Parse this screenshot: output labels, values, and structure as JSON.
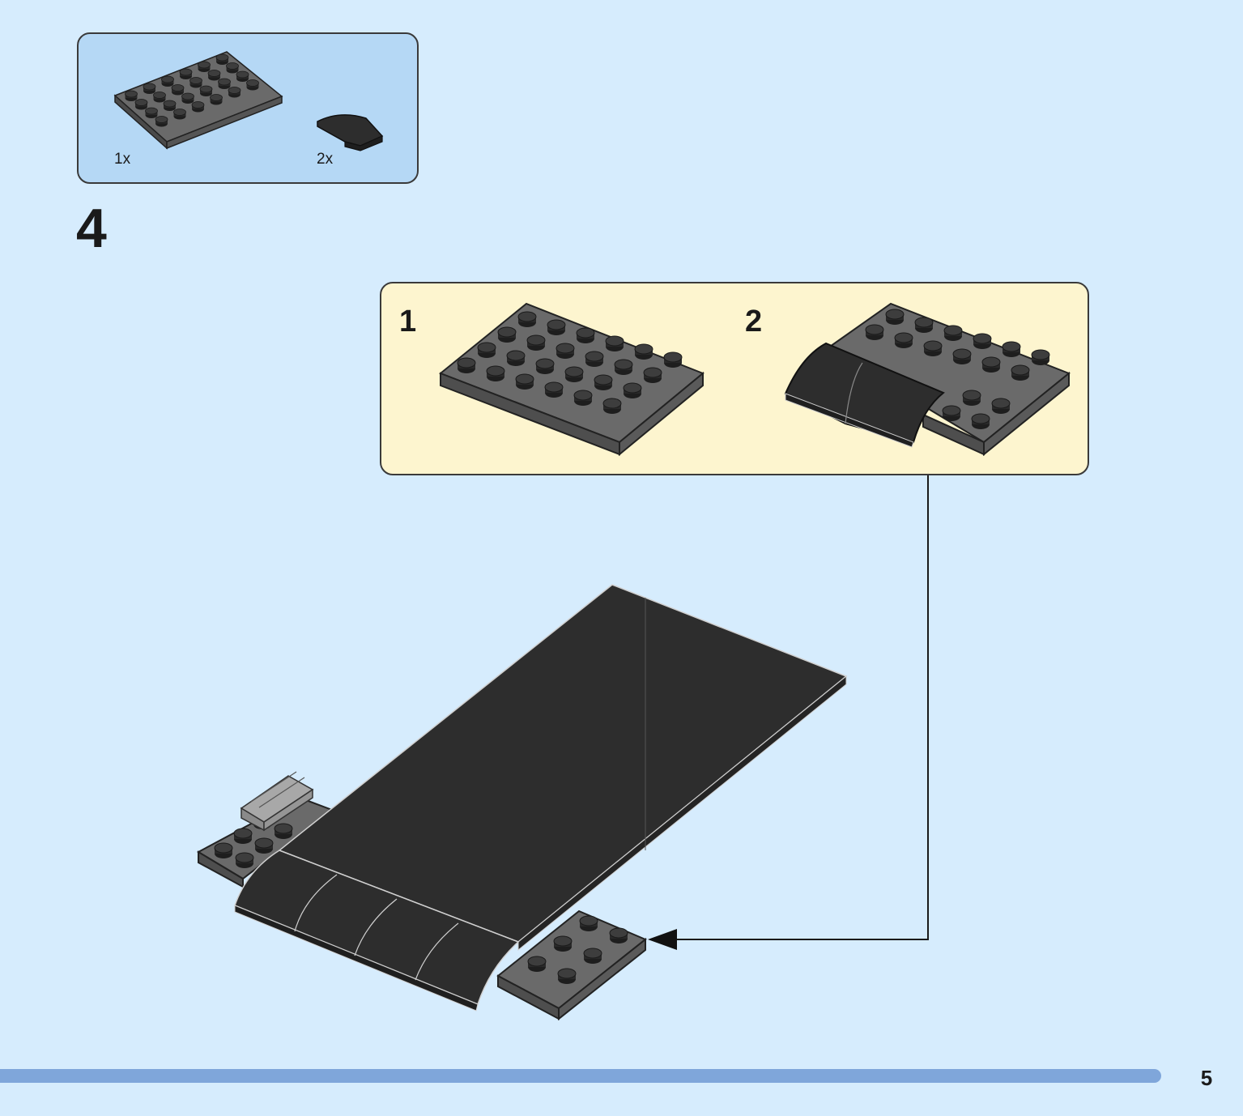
{
  "parts_list": {
    "items": [
      {
        "part": "gray-4x6-plate",
        "quantity": "1x"
      },
      {
        "part": "black-curved-slope",
        "quantity": "2x"
      }
    ]
  },
  "step": {
    "number": "4"
  },
  "sub_steps": [
    {
      "number": "1"
    },
    {
      "number": "2"
    }
  ],
  "footer": {
    "page_number": "5"
  },
  "colors": {
    "background": "#d6ecfd",
    "parts_box": "#b5d8f5",
    "sub_step_box": "#fdf5cf",
    "dark_gray_brick": "#5c5c5c",
    "black_brick": "#2d2d2d",
    "light_gray_brick": "#a8a8a8",
    "progress_bar": "#7fa6da"
  }
}
